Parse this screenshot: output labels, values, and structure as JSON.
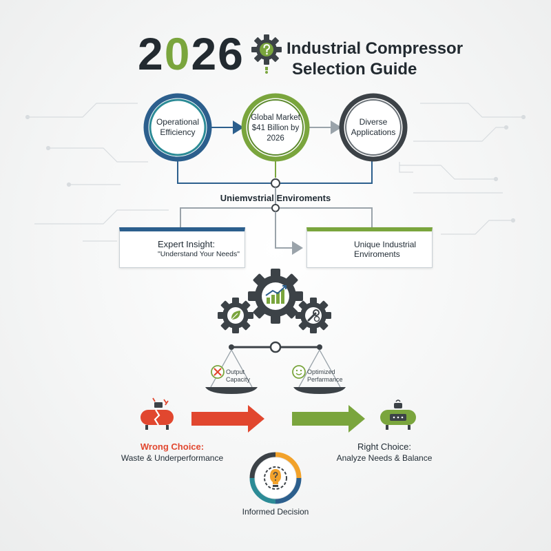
{
  "title": {
    "year_prefix": "2",
    "year_accent": "0",
    "year_suffix": "26",
    "line1": "Industrial Compressor",
    "line2": "Selection Guide"
  },
  "colors": {
    "blue": "#2c5f8d",
    "teal": "#2c8b96",
    "green": "#7aa53d",
    "dark": "#3c4247",
    "red": "#e1472f",
    "orange": "#f2a22b"
  },
  "top_circles": [
    {
      "label": "Operational Efficiency",
      "ring_color": "#2c8b96"
    },
    {
      "label": "Global Market $41 Billion by 2026",
      "ring_color": "#7aa53d"
    },
    {
      "label": "Diverse Applications",
      "ring_color": "#3c4247"
    }
  ],
  "mid_label": "Uniemvstrial Enviroments",
  "cards": {
    "left": {
      "icon": "expert-chat-icon",
      "line1": "Expert Insight:",
      "line2": "\"Understand Your Needs\""
    },
    "right": {
      "icon": "factory-checklist-icon",
      "line1": "Unique Industrial",
      "line2": "Enviroments"
    }
  },
  "gears": [
    {
      "icon": "leaf-icon"
    },
    {
      "icon": "growth-chart-icon"
    },
    {
      "icon": "wrench-gauge-icon"
    }
  ],
  "scale": {
    "left_pan": {
      "icon": "x-mark-icon",
      "line1": "Output",
      "line2": "Capacity"
    },
    "right_pan": {
      "icon": "smiley-icon",
      "line1": "Optimized",
      "line2": "Perfarmance"
    }
  },
  "wrong_choice": {
    "title": "Wrong Choice:",
    "subtitle": "Waste & Underperformance",
    "icon": "broken-compressor-icon"
  },
  "right_choice": {
    "title": "Right Choice:",
    "subtitle": "Analyze Needs & Balance",
    "icon": "working-compressor-icon"
  },
  "decision": {
    "label": "Informed Decision",
    "icon": "lightbulb-gear-icon"
  }
}
